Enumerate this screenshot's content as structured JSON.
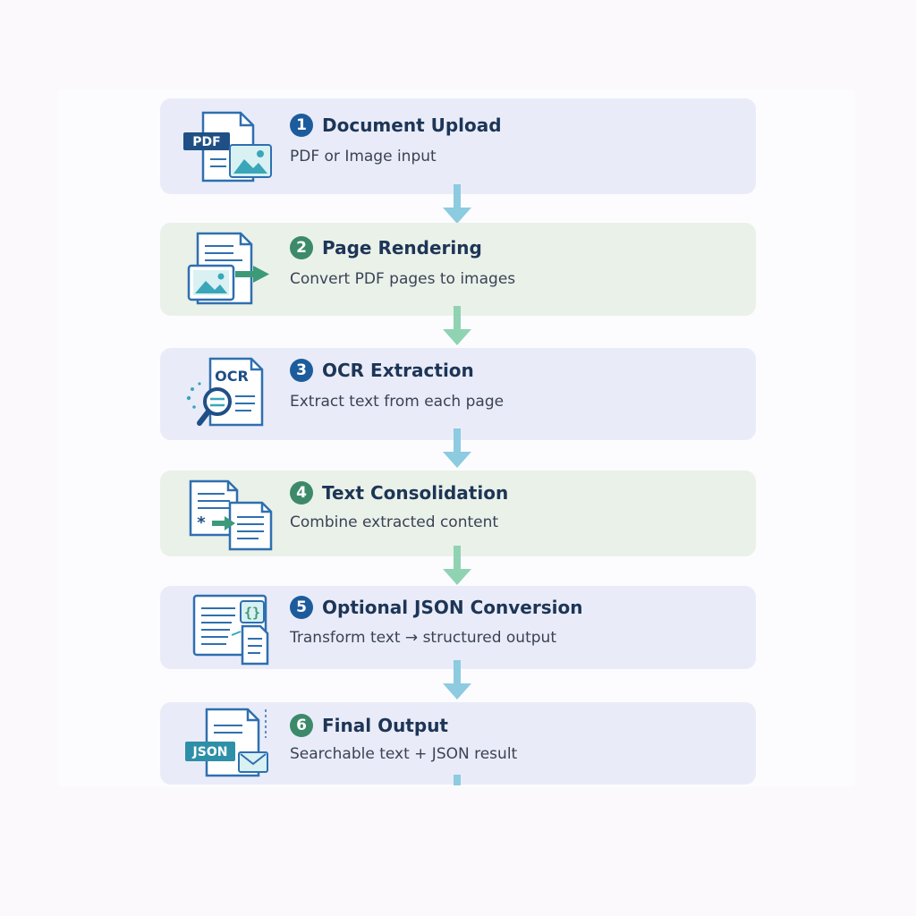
{
  "steps": [
    {
      "number": "1",
      "title": "Document Upload",
      "description": "PDF or Image input",
      "icon": "pdf-image-document-icon"
    },
    {
      "number": "2",
      "title": "Page Rendering",
      "description": "Convert PDF pages to images",
      "icon": "page-to-image-icon"
    },
    {
      "number": "3",
      "title": "OCR Extraction",
      "description": "Extract text from each page",
      "icon": "ocr-magnifier-icon"
    },
    {
      "number": "4",
      "title": "Text Consolidation",
      "description": "Combine extracted content",
      "icon": "merge-documents-icon"
    },
    {
      "number": "5",
      "title": "Optional JSON Conversion",
      "description": "Transform text → structured output",
      "icon": "json-convert-icon"
    },
    {
      "number": "6",
      "title": "Final Output",
      "description": "Searchable text + JSON result",
      "icon": "json-output-icon"
    }
  ],
  "icon_labels": {
    "pdf": "PDF",
    "ocr": "OCR",
    "json": "JSON",
    "braces": "{}",
    "asterisk": "*"
  },
  "colors": {
    "blue_panel": "#e9ecf8",
    "green_panel": "#eaf1e9",
    "blue_accent": "#1d5c9c",
    "green_accent": "#3c8a6a",
    "teal_icon": "#3aa6b9",
    "arrow_blue": "#8ccbe0",
    "arrow_green": "#8fd3b2"
  }
}
